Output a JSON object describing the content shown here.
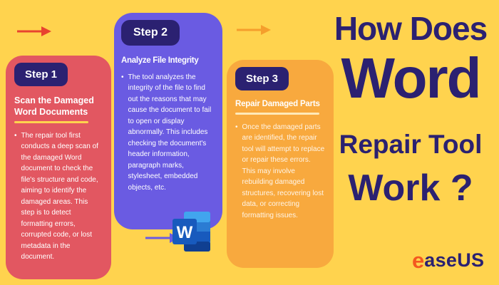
{
  "headline": {
    "line1": "How Does",
    "line2": "Word",
    "line3": "Repair Tool",
    "line4": "Work ?"
  },
  "steps": [
    {
      "badge": "Step 1",
      "title": "Scan the Damaged Word Documents",
      "body": "The repair tool first conducts a deep scan of the damaged Word document to check the file's structure and code, aiming to identify the damaged areas. This step is to detect formatting errors, corrupted code, or lost metadata in the document."
    },
    {
      "badge": "Step 2",
      "title": "Analyze File Integrity",
      "body": "The tool analyzes the integrity of the file to find out the reasons that may cause the document to fail to open or display abnormally. This includes checking the document's header information, paragraph marks, stylesheet, embedded objects, etc."
    },
    {
      "badge": "Step 3",
      "title": "Repair Damaged Parts",
      "body": "Once the damaged parts are identified, the repair tool will attempt to replace or repair these errors. This may involve rebuilding damaged structures, recovering lost data, or correcting formatting issues."
    }
  ],
  "word_icon": {
    "letter": "W"
  },
  "logo": {
    "e": "e",
    "rest": "aseUS"
  },
  "colors": {
    "background": "#FFD34E",
    "navy": "#2B2171",
    "card_red": "#E25761",
    "card_purple": "#6A5BE2",
    "card_orange": "#F8A93E",
    "arrow_red": "#E8432F",
    "arrow_orange": "#F59E2C",
    "arrow_purple": "#6A5BE2",
    "word_blue": "#185ABD",
    "logo_orange": "#F4581F"
  }
}
